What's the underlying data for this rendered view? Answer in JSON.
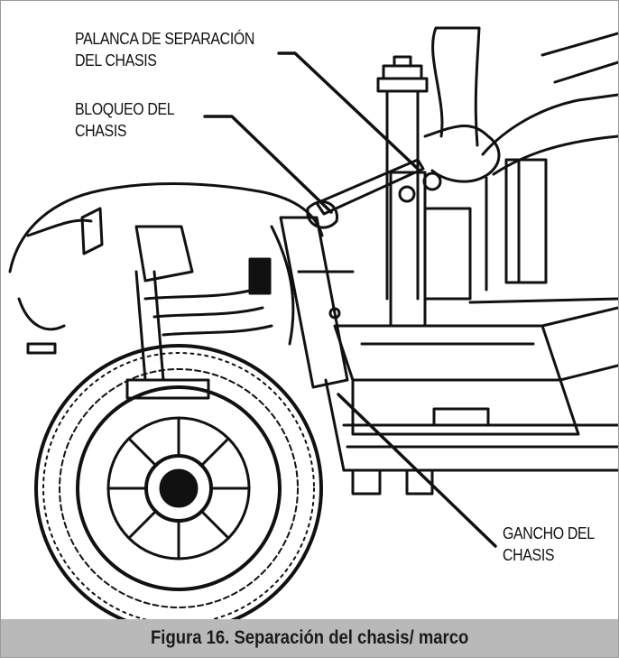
{
  "labels": {
    "lever_line1": "PALANCA DE SEPARACIÓN",
    "lever_line2": "DEL CHASIS",
    "lock_line1": "BLOQUEO DEL",
    "lock_line2": "CHASIS",
    "hook_line1": "GANCHO DEL",
    "hook_line2": "CHASIS"
  },
  "caption": "Figura 16. Separación del chasis/ marco",
  "colors": {
    "caption_bar": "#b9b9b9",
    "line_art": "#111111",
    "frame_border": "#9a9a9a"
  }
}
